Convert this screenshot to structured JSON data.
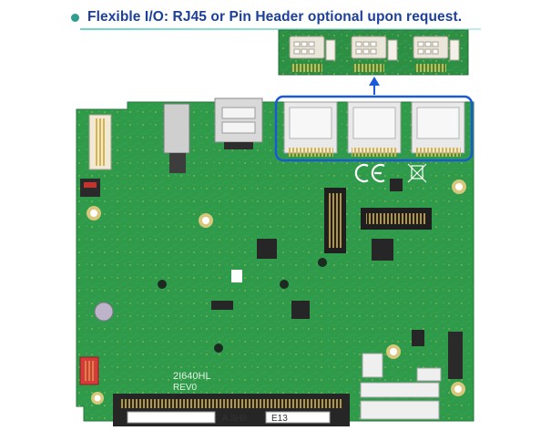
{
  "headline": {
    "text": "Flexible I/O: RJ45 or Pin Header optional upon request."
  },
  "board_markings": {
    "model": "2I640HL",
    "revision": "REV0",
    "slot_label_a": "A 8H8",
    "slot_label_b": "E13"
  },
  "colors": {
    "title_text": "#1b3f9a",
    "bullet": "#2f9e90",
    "pcb_green": "#2f9a4a",
    "highlight_blue": "#1a5ad6"
  }
}
